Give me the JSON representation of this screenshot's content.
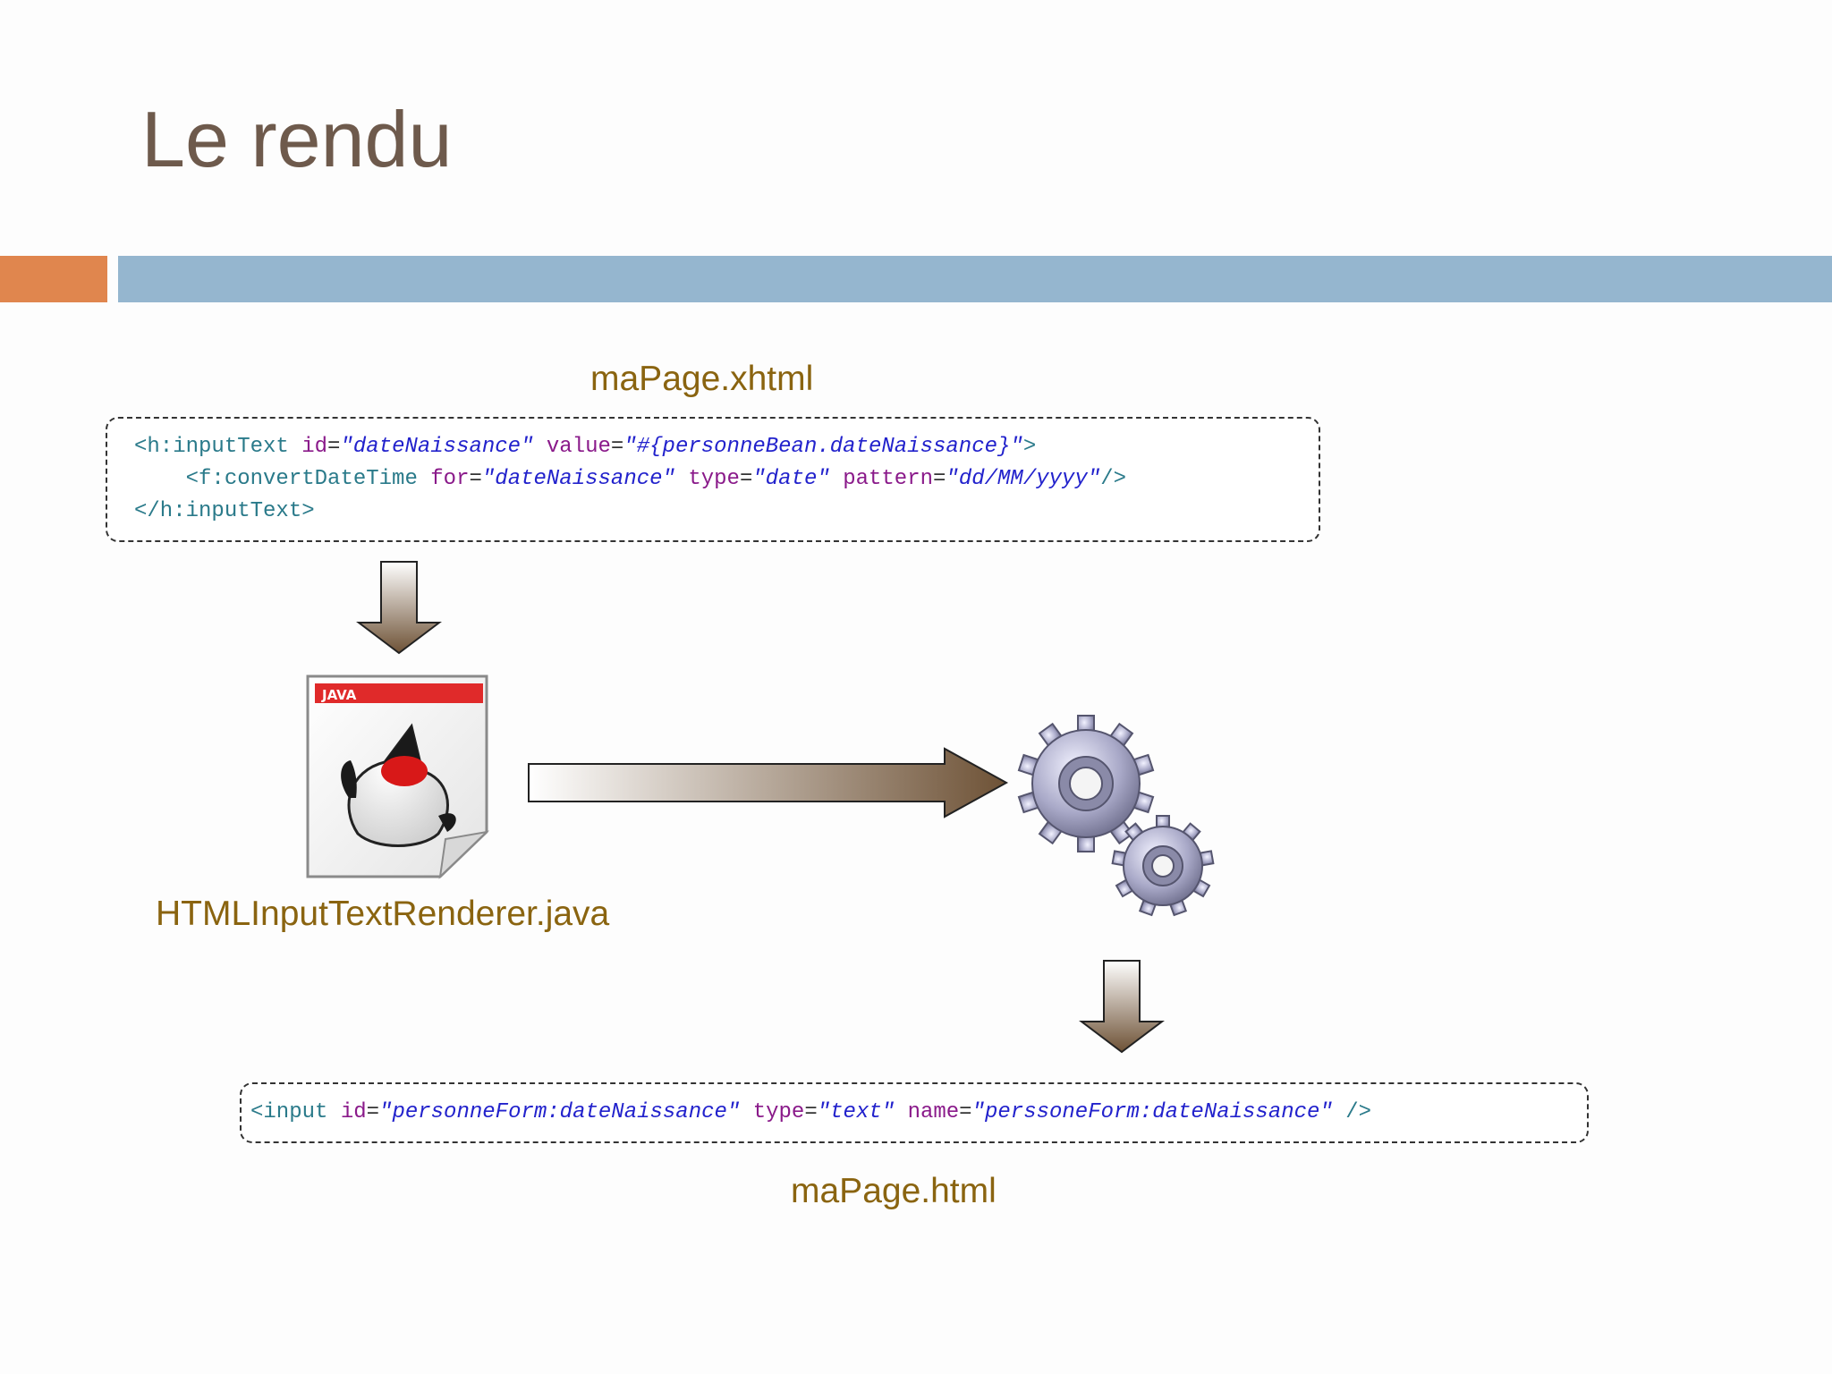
{
  "slide": {
    "title": "Le rendu",
    "accent_colors": {
      "orange": "#e0864e",
      "blue": "#95b6cf",
      "label": "#8a6410",
      "title": "#6e5a4c"
    }
  },
  "source": {
    "filename": "maPage.xhtml",
    "code_lines": [
      [
        {
          "cls": "t",
          "text": "<h:inputText "
        },
        {
          "cls": "a",
          "text": "id"
        },
        {
          "cls": "p",
          "text": "="
        },
        {
          "cls": "s",
          "text": "\"dateNaissance\""
        },
        {
          "cls": "p",
          "text": " "
        },
        {
          "cls": "a",
          "text": "value"
        },
        {
          "cls": "p",
          "text": "="
        },
        {
          "cls": "s",
          "text": "\"#{personneBean.dateNaissance}\""
        },
        {
          "cls": "t",
          "text": ">"
        }
      ],
      [
        {
          "cls": "t",
          "text": "    <f:convertDateTime "
        },
        {
          "cls": "a",
          "text": "for"
        },
        {
          "cls": "p",
          "text": "="
        },
        {
          "cls": "s",
          "text": "\"dateNaissance\""
        },
        {
          "cls": "p",
          "text": " "
        },
        {
          "cls": "a",
          "text": "type"
        },
        {
          "cls": "p",
          "text": "="
        },
        {
          "cls": "s",
          "text": "\"date\""
        },
        {
          "cls": "p",
          "text": " "
        },
        {
          "cls": "a",
          "text": "pattern"
        },
        {
          "cls": "p",
          "text": "="
        },
        {
          "cls": "s",
          "text": "\"dd/MM/yyyy\""
        },
        {
          "cls": "t",
          "text": "/>"
        }
      ],
      [
        {
          "cls": "t",
          "text": "</h:inputText>"
        }
      ]
    ]
  },
  "renderer": {
    "filename": "HTMLInputTextRenderer.java",
    "icon_badge": "JAVA",
    "icon": "java-file-icon"
  },
  "engine": {
    "icon": "gears-icon"
  },
  "output": {
    "filename": "maPage.html",
    "code_lines": [
      [
        {
          "cls": "t",
          "text": "<input "
        },
        {
          "cls": "a",
          "text": "id"
        },
        {
          "cls": "p",
          "text": "="
        },
        {
          "cls": "s",
          "text": "\"personneForm:dateNaissance\""
        },
        {
          "cls": "p",
          "text": " "
        },
        {
          "cls": "a",
          "text": "type"
        },
        {
          "cls": "p",
          "text": "="
        },
        {
          "cls": "s",
          "text": "\"text\""
        },
        {
          "cls": "p",
          "text": " "
        },
        {
          "cls": "a",
          "text": "name"
        },
        {
          "cls": "p",
          "text": "="
        },
        {
          "cls": "s",
          "text": "\"perssoneForm:dateNaissance\""
        },
        {
          "cls": "p",
          "text": " "
        },
        {
          "cls": "t",
          "text": "/>"
        }
      ]
    ]
  }
}
